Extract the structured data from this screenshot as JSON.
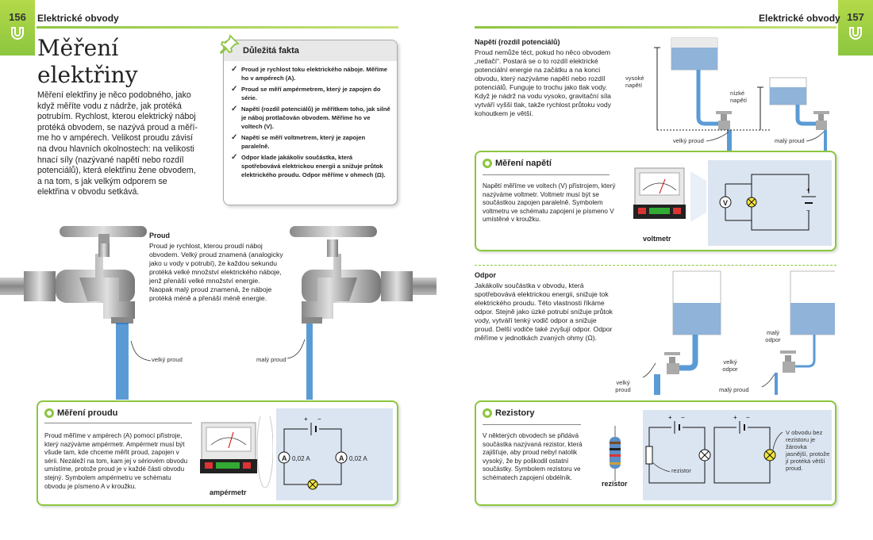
{
  "header": {
    "left_page_num": "156",
    "right_page_num": "157",
    "left_running_title": "Elektrické obvody",
    "right_running_title": "Elektrické obvody"
  },
  "title": {
    "line1": "Měření",
    "line2": "elektřiny"
  },
  "intro": "Měření elektřiny je něco podobného, jako když měříte vodu z nádrže, jak protéká potrubím. Rychlost, kterou elektrický náboj protéká obvodem, se nazývá proud a měří-me ho v ampérech. Velikost proudu závisí na dvou hlavních okolnostech: na velikosti hnací síly (nazývané napětí nebo rozdíl potenciálů), která elektřinu žene obvodem, a na tom, s jak velkým odporem se elektřina v obvodu setkává.",
  "facts": {
    "heading": "Důležitá fakta",
    "items": [
      "Proud je rychlost toku elektrického náboje. Měříme ho v ampérech (A).",
      "Proud se měří ampérmetrem, který je zapojen do série.",
      "Napětí (rozdíl potenciálů) je měřítkem toho, jak silně je náboj protlačován obvodem. Měříme ho ve voltech (V).",
      "Napětí se měří voltmetrem, který je zapojen paralelně.",
      "Odpor klade jakákoliv součástka, která spotřebovává elektrickou energii a snižuje průtok elektrického proudu. Odpor měříme v ohmech (Ω)."
    ]
  },
  "proud": {
    "heading": "Proud",
    "text": "Proud je rychlost, kterou proudí náboj obvodem. Velký proud znamená (analogicky jako u vody v potrubí), že každou sekundu protéká velké množství elektrického náboje, jenž přenáší velké množství energie. Naopak malý proud znamená, že náboje protéká méně a přenáší méně energie.",
    "label_big": "velký proud",
    "label_small": "malý proud"
  },
  "mereni_proudu": {
    "heading": "Měření proudu",
    "text": "Proud měříme v ampérech (A) pomocí přístroje, který nazýváme ampérmetr. Ampérmetr musí být všude tam, kde chceme měřit proud, zapojen v sérii. Nezáleží na tom, kam jej v sériovém obvodu umístíme, protože proud je v každé části obvodu stejný. Symbolem ampérmetru ve schématu obvodu je písmeno A v kroužku.",
    "meter_label": "ampérmetr",
    "symbol": "A",
    "reading_1": "0,02 A",
    "reading_2": "0,02 A"
  },
  "napeti": {
    "heading": "Napětí (rozdíl potenciálů)",
    "text": "Proud nemůže téct, pokud ho něco obvodem „netlačí“. Postará se o to rozdíl elektrické potenciální energie na začátku a na konci obvodu, který nazýváme napětí nebo rozdíl potenciálů. Funguje to trochu jako tlak vody. Když je nádrž na vodu vysoko, gravitační síla vytváří vyšší tlak, takže rychlost průtoku vody kohoutkem je větší.",
    "label_high": "vysoké napětí",
    "label_low": "nízké napětí",
    "label_big": "velký proud",
    "label_small": "malý proud"
  },
  "mereni_napeti": {
    "heading": "Měření napětí",
    "text": "Napětí měříme ve voltech (V) přístrojem, který nazýváme voltmetr. Voltmetr musí být se součástkou zapojen paralelně. Symbolem voltmetru ve schématu zapojení je písmeno V umístěné v kroužku.",
    "meter_label": "voltmetr",
    "symbol": "V"
  },
  "odpor": {
    "heading": "Odpor",
    "text": "Jakákoliv součástka v obvodu, která spotřebovává elektrickou energii, snižuje tok elektrického proudu. Této vlastnosti říkáme odpor. Stejně jako úzké potrubí snižuje průtok vody, vytváří tenký vodič odpor a snižuje proud. Delší vodiče také zvyšují odpor. Odpor měříme v jednotkách zvaných ohmy (Ω).",
    "label_big_flow": "velký proud",
    "label_small_flow": "malý proud",
    "label_big_res": "velký odpor",
    "label_small_res": "malý odpor"
  },
  "rezistory": {
    "heading": "Rezistory",
    "text": "V některých obvodech se přidává součástka nazývaná rezistor, která zajišťuje, aby proud nebyl natolik vysoký, že by poškodil ostatní součástky. Symbolem rezistoru ve schématech zapojení obdélník.",
    "item_label": "rezistor",
    "diagram_label": "rezistor",
    "note": "V obvodu bez rezistoru je žárovka jasnější, protože jí protéká větší proud."
  },
  "colors": {
    "accent": "#8cc63f",
    "water": "#5b9bd5",
    "panel": "#dbe5f1"
  }
}
